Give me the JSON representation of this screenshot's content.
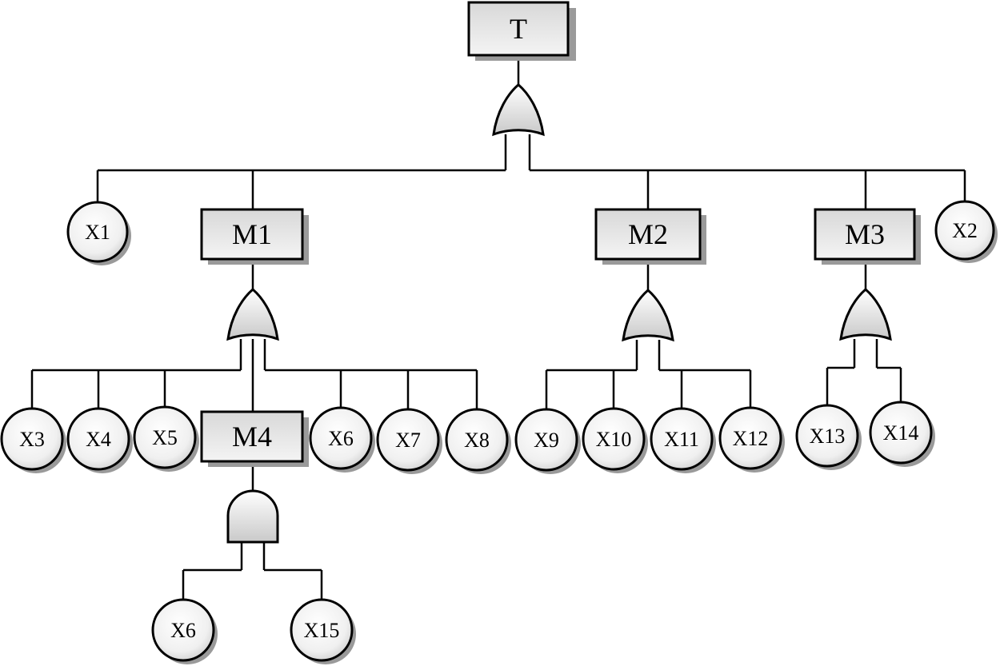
{
  "diagram": {
    "type": "fault-tree",
    "top_event": {
      "id": "T",
      "label": "T",
      "gate": "or"
    },
    "intermediate_events": [
      {
        "id": "M1",
        "label": "M1",
        "gate": "or"
      },
      {
        "id": "M2",
        "label": "M2",
        "gate": "or"
      },
      {
        "id": "M3",
        "label": "M3",
        "gate": "or"
      },
      {
        "id": "M4",
        "label": "M4",
        "gate": "and"
      }
    ],
    "basic_events": [
      {
        "id": "b-x1",
        "label": "X1"
      },
      {
        "id": "b-x2",
        "label": "X2"
      },
      {
        "id": "b-x3",
        "label": "X3"
      },
      {
        "id": "b-x4",
        "label": "X4"
      },
      {
        "id": "b-x5",
        "label": "X5"
      },
      {
        "id": "b-x6a",
        "label": "X6"
      },
      {
        "id": "b-x7",
        "label": "X7"
      },
      {
        "id": "b-x8",
        "label": "X8"
      },
      {
        "id": "b-x9",
        "label": "X9"
      },
      {
        "id": "b-x10",
        "label": "X10"
      },
      {
        "id": "b-x11",
        "label": "X11"
      },
      {
        "id": "b-x12",
        "label": "X12"
      },
      {
        "id": "b-x13",
        "label": "X13"
      },
      {
        "id": "b-x14",
        "label": "X14"
      },
      {
        "id": "b-x6b",
        "label": "X6"
      },
      {
        "id": "b-x15",
        "label": "X15"
      }
    ],
    "children": {
      "T": [
        "b-x1",
        "M1",
        "M2",
        "M3",
        "b-x2"
      ],
      "M1": [
        "b-x3",
        "b-x4",
        "b-x5",
        "M4",
        "b-x6a",
        "b-x7",
        "b-x8"
      ],
      "M2": [
        "b-x9",
        "b-x10",
        "b-x11",
        "b-x12"
      ],
      "M3": [
        "b-x13",
        "b-x14"
      ],
      "M4": [
        "b-x6b",
        "b-x15"
      ]
    }
  }
}
